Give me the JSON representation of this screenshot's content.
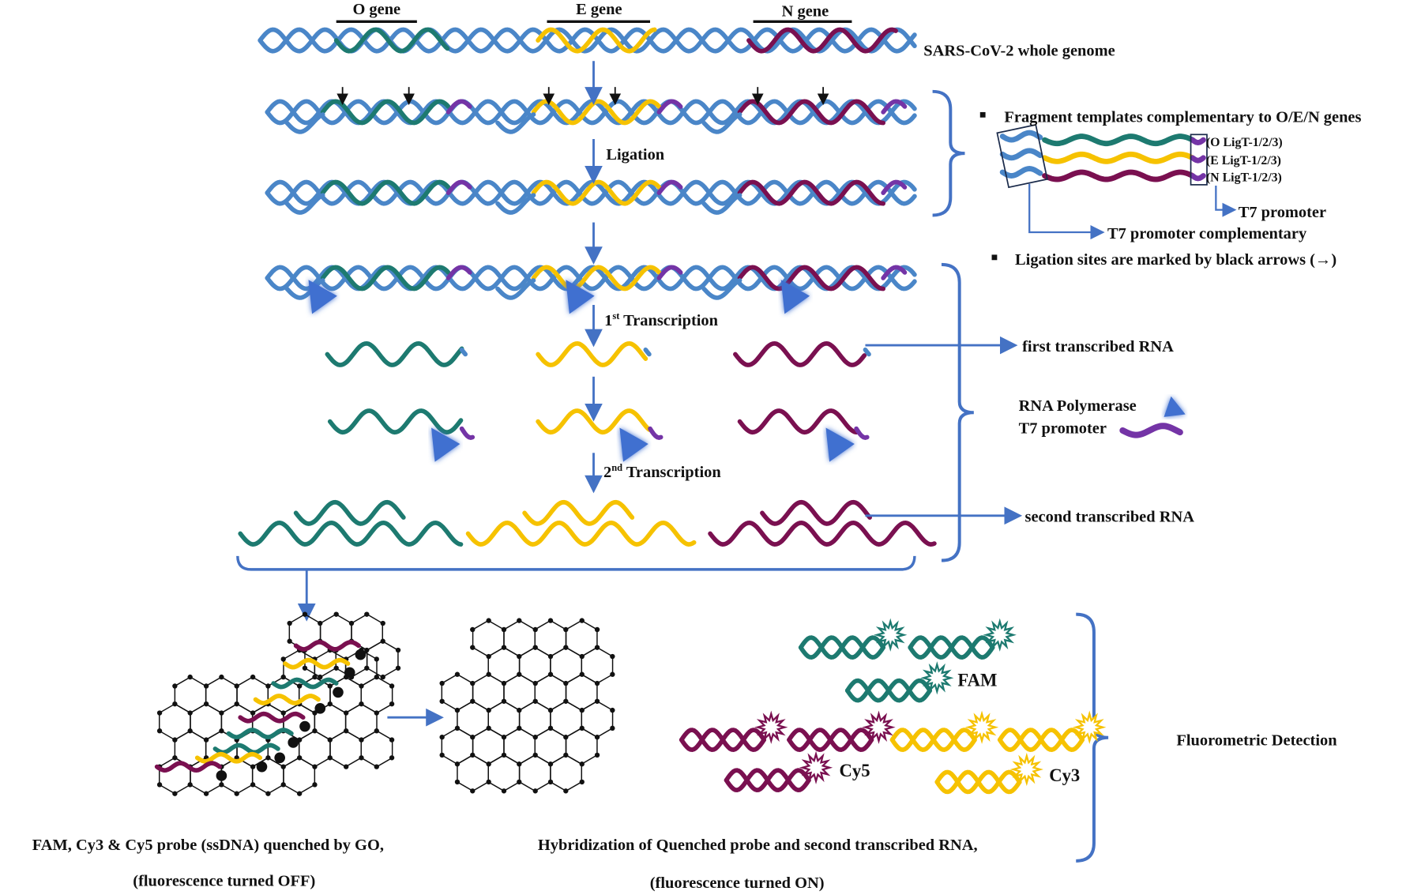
{
  "colors": {
    "genome_blue": "#4a86c8",
    "o_gene": "#1d7a70",
    "e_gene": "#f6c200",
    "n_gene": "#7a1050",
    "t7_promoter": "#7434a6",
    "arrow_blue": "#4472c4",
    "polymerase": "#3f6fd0"
  },
  "genes": {
    "o": "O gene",
    "e": "E gene",
    "n": "N gene"
  },
  "genome_label": "SARS-CoV-2 whole genome",
  "steps": {
    "ligation": "Ligation",
    "first_transcription": "1",
    "first_sup": "st",
    "first_rest": " Transcription",
    "second_transcription": "2",
    "second_sup": "nd",
    "second_rest": " Transcription"
  },
  "legend": {
    "fragment_templates": "Fragment templates complementary to O/E/N genes",
    "o_ligt": "(O LigT-1/2/3)",
    "e_ligt": "(E LigT-1/2/3)",
    "n_ligt": "(N LigT-1/2/3)",
    "t7_promoter": "T7 promoter",
    "t7_complementary": "T7 promoter complementary",
    "ligation_sites": "Ligation sites are marked by black arrows (→)",
    "first_rna": "first transcribed RNA",
    "rna_polymerase": "RNA Polymerase",
    "t7_promoter_key": "T7 promoter",
    "second_rna": "second transcribed RNA"
  },
  "detection": {
    "fam": "FAM",
    "cy5": "Cy5",
    "cy3": "Cy3",
    "fluorometric": "Fluorometric Detection",
    "quenched_line1": "FAM, Cy3 & Cy5 probe (ssDNA) quenched by GO,",
    "quenched_line2": "(fluorescence turned OFF)",
    "hybrid_line1": "Hybridization of Quenched probe and second transcribed RNA,",
    "hybrid_line2": "(fluorescence turned ON)"
  }
}
